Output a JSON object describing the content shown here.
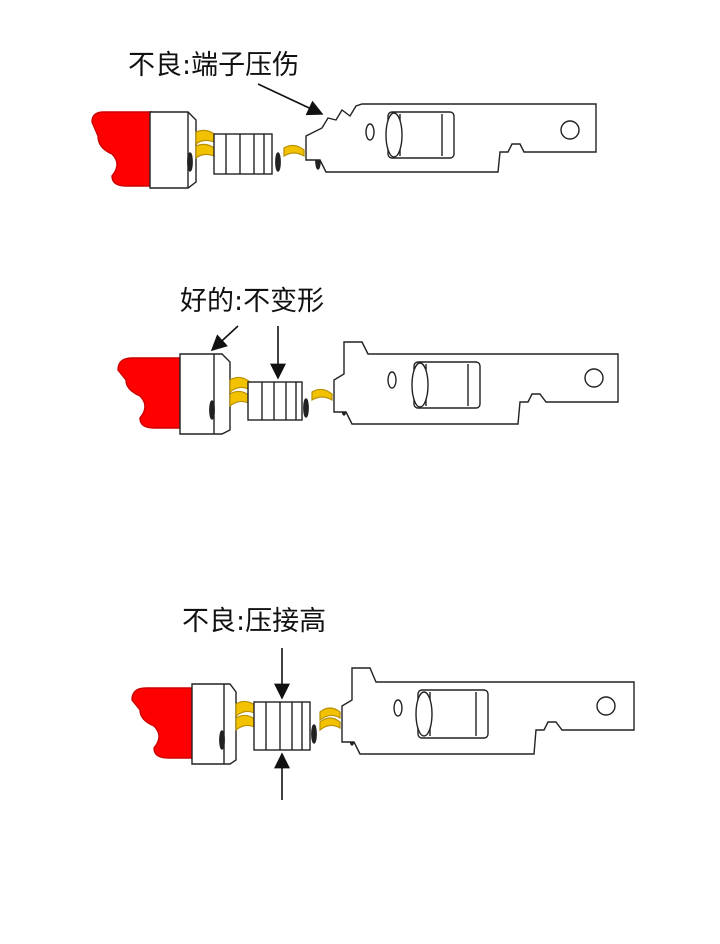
{
  "colors": {
    "insulation": "#ff0000",
    "wire_strands": "#f2c200",
    "outline": "#222222",
    "arrow": "#111111"
  },
  "panels": [
    {
      "id": "damaged",
      "label": "不良:端子压伤"
    },
    {
      "id": "good",
      "label": "好的:不变形"
    },
    {
      "id": "too-high",
      "label": "不良:压接高"
    }
  ]
}
